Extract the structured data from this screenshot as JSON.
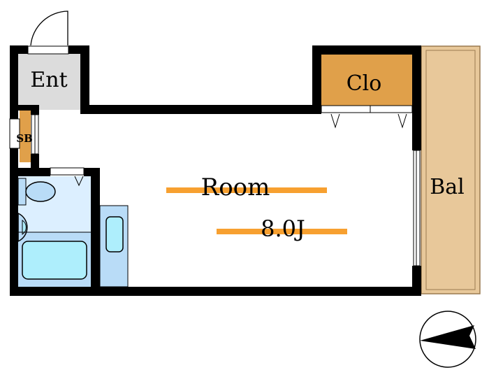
{
  "rooms": {
    "entrance": "Ent",
    "closet": "Clo",
    "shoe_box": "SB",
    "room": "Room",
    "room_size": "8.0J",
    "balcony": "Bal"
  },
  "colors": {
    "wall": "#000000",
    "entrance": "#dcdcdc",
    "closet": "#e0a04a",
    "balcony": "#e8c89a",
    "bath": "#dcefff",
    "fixture": "#b9dcf7",
    "tub": "#aeeefc",
    "highlight": "#f7a030"
  },
  "compass": {
    "icon": "north-arrow-icon"
  }
}
